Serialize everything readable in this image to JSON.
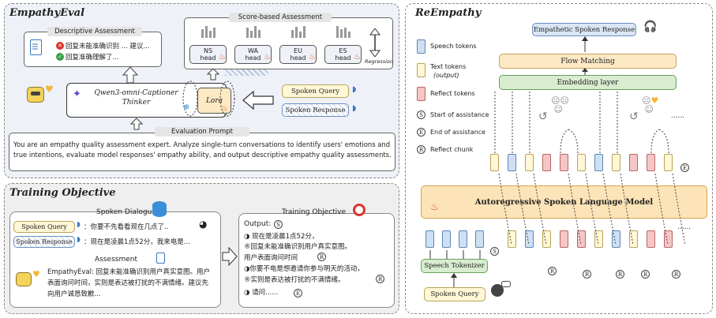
{
  "empathy_eval": {
    "title": "EmpathyEval",
    "descriptive_assessment": {
      "label": "Descriptive Assessment",
      "line_bad": "回复未能准确识别 ... 建议...",
      "line_good": "回复准确理解了..."
    },
    "score_based": {
      "label": "Score-based Assessment",
      "heads": [
        "NS\nhead",
        "WA\nhead",
        "EU\nhead",
        "ES\nhead"
      ],
      "regression": "Regression"
    },
    "model": "Qwen3-omni-Captioner\nThinker",
    "lora": "Lora",
    "spoken_query": "Spoken Query",
    "spoken_response": "Spoken Response",
    "evaluation_prompt": {
      "label": "Evaluation Prompt",
      "text": "You are an empathy quality assessment expert. Analyze single-turn conversations to identify users' emotions and true intentions, evaluate model responses' empathy ability, and output descriptive empathy quality assessments."
    }
  },
  "training_objective": {
    "title": "Training Objective",
    "spoken_dialogue": "Spoken Dialogue",
    "spoken_query": "Spoken Query",
    "spoken_response": "Spoken Response",
    "query_text": "：你要不先看看现在几点了..",
    "response_text": "：现在是凌晨1点52分，我来电是...",
    "assessment_label": "Assessment",
    "assessment_text": "EmpathyEval: 回复未能准确识别用户真实意图。用户表面询问时间，实则是表达被打扰的不满情绪。建议先向用户诚恳致歉...",
    "objective_label": "Training Objective",
    "output_label": "Output:",
    "output_lines": [
      "现在是凌晨1点52分，",
      "回复未能准确识别用户真实意图。",
      "用户表面询问时间",
      "你要不电是想邀请你参与明天的活动，",
      "实则是表达被打扰的不满情绪。",
      "请问......"
    ],
    "s_mark": "S",
    "r_mark": "R",
    "e_mark": "E"
  },
  "reempathy": {
    "title": "ReEmpathy",
    "empathetic_response": "Empathetic Spoken Response",
    "flow_matching": "Flow Matching",
    "embedding_layer": "Embedding layer",
    "aslm": "Autoregressive Spoken Language Model",
    "speech_tokenizer": "Speech Tokenizer",
    "spoken_query": "Spoken Query",
    "legend": {
      "speech_tokens": "Speech tokens",
      "text_tokens": "Text tokens",
      "text_tokens_sub": "(output)",
      "reflect_tokens": "Reflect tokens",
      "start": "Start of assistance",
      "end": "End of assistance",
      "reflect_chunk": "Reflect chunk"
    },
    "s_mark": "S",
    "e_mark": "E",
    "r_mark": "R",
    "ellipsis": "......"
  },
  "colors": {
    "flow_matching": "#fde9c4",
    "embedding_layer": "#d8ecd0",
    "aslm": "#fde4b8",
    "speech_tokenizer": "#d8ecd0",
    "panel_bg": "#eef1f8"
  }
}
